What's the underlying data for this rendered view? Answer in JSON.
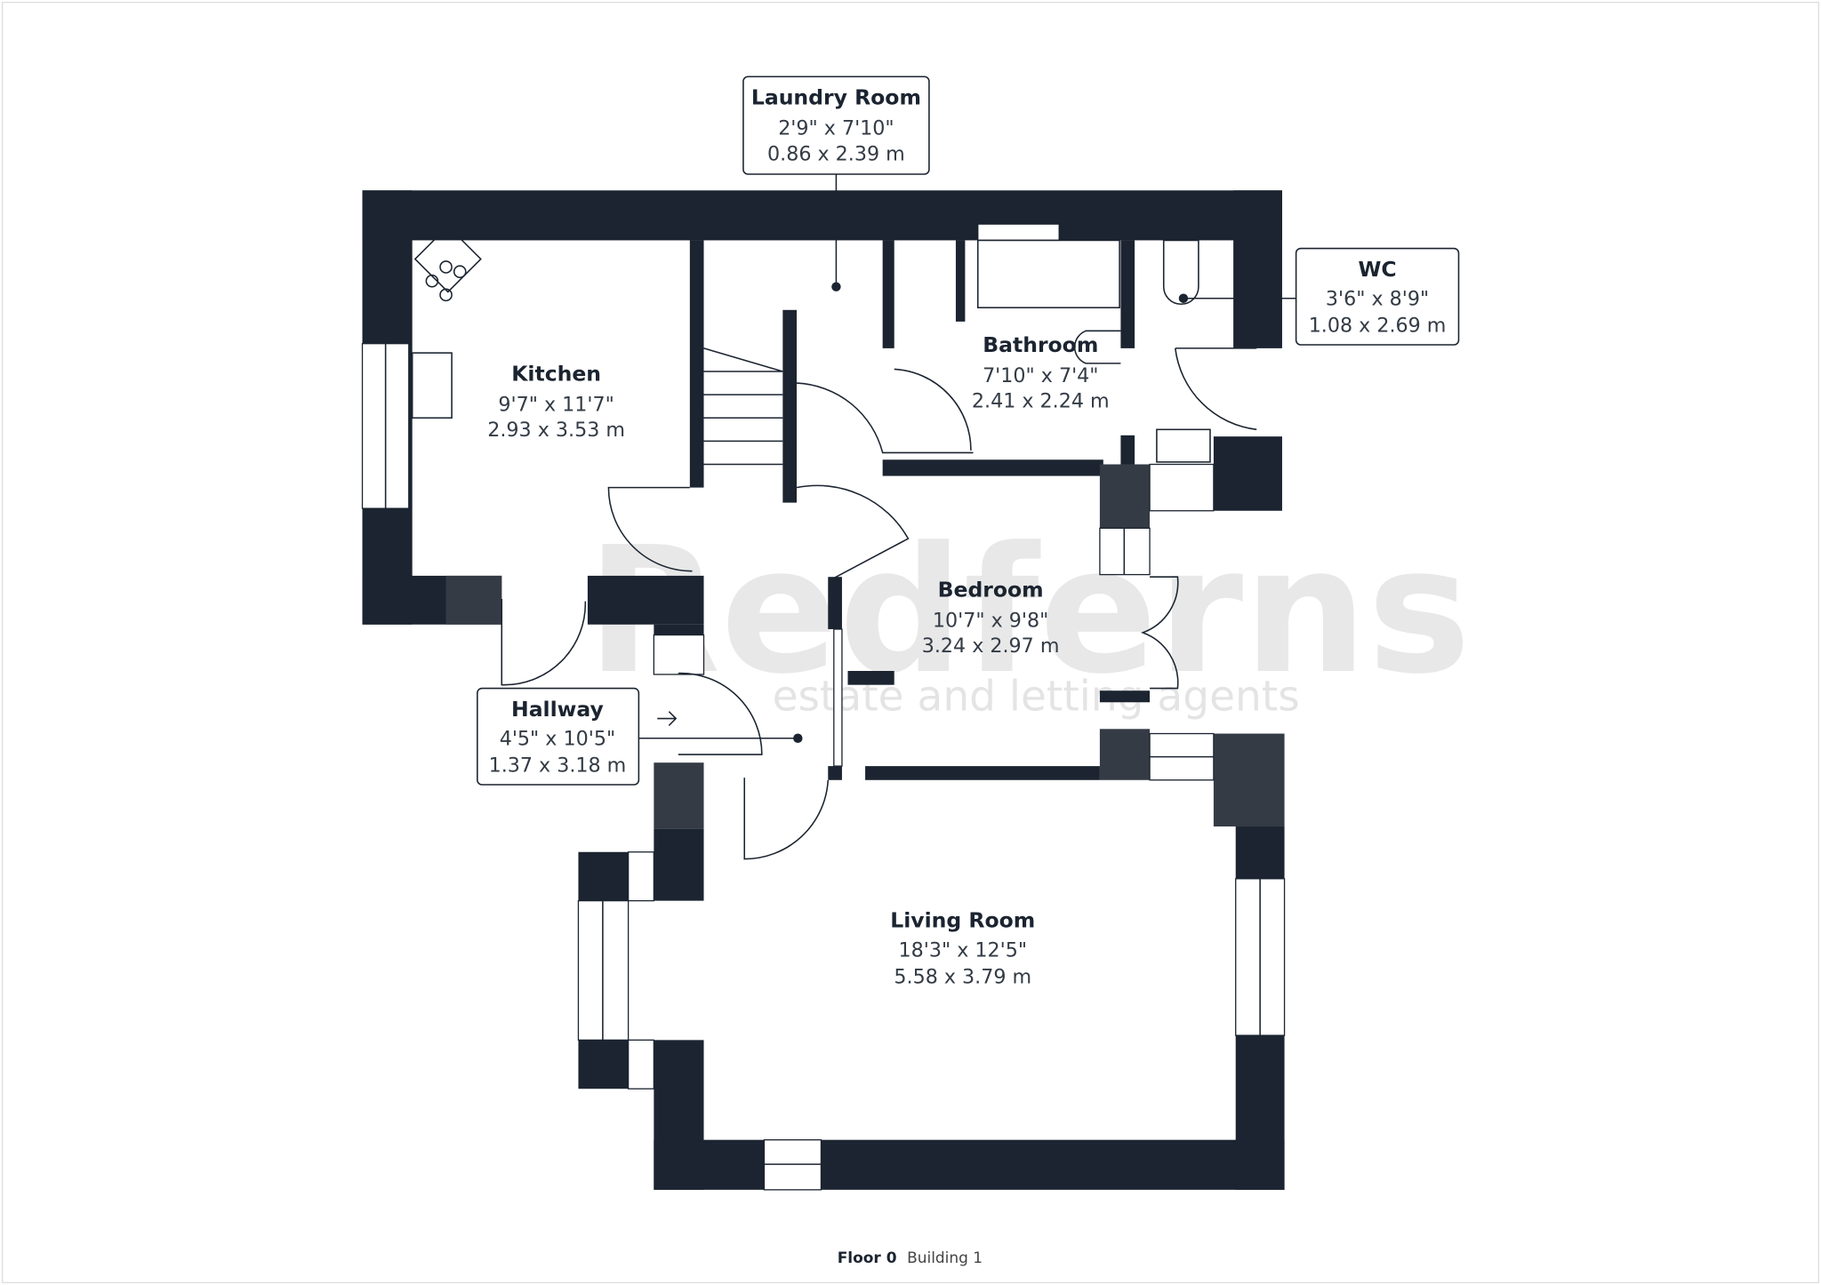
{
  "rooms": {
    "laundry": {
      "name": "Laundry Room",
      "imperial": "2'9\" x 7'10\"",
      "metric": "0.86 x 2.39 m"
    },
    "wc": {
      "name": "WC",
      "imperial": "3'6\" x 8'9\"",
      "metric": "1.08 x 2.69 m"
    },
    "kitchen": {
      "name": "Kitchen",
      "imperial": "9'7\" x 11'7\"",
      "metric": "2.93 x 3.53 m"
    },
    "bathroom": {
      "name": "Bathroom",
      "imperial": "7'10\" x 7'4\"",
      "metric": "2.41 x 2.24 m"
    },
    "bedroom": {
      "name": "Bedroom",
      "imperial": "10'7\" x 9'8\"",
      "metric": "3.24 x 2.97 m"
    },
    "hallway": {
      "name": "Hallway",
      "imperial": "4'5\" x 10'5\"",
      "metric": "1.37 x 3.18 m"
    },
    "living": {
      "name": "Living Room",
      "imperial": "18'3\" x 12'5\"",
      "metric": "5.58 x 3.79 m"
    }
  },
  "watermark": {
    "brand": "Redferns",
    "tagline": "estate and letting agents"
  },
  "caption": {
    "floor": "Floor 0",
    "building": "Building 1"
  },
  "colors": {
    "wall": "#1b2430",
    "watermark": "#d9d9d9"
  }
}
